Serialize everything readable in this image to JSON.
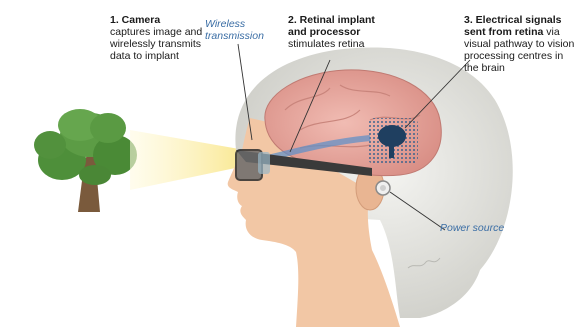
{
  "labels": {
    "camera": {
      "title": "1. Camera",
      "text": "captures image and wirelessly transmits data to implant"
    },
    "wireless": {
      "text": "Wireless transmission"
    },
    "implant": {
      "title": "2. Retinal implant and processor",
      "text": "stimulates retina"
    },
    "signals": {
      "title": "3. Electrical signals sent from retina",
      "text": "via visual pathway to vision processing centres in the brain"
    },
    "power": {
      "text": "Power source"
    }
  },
  "colors": {
    "label_blue": "#3b6ea5",
    "tree_foliage": "#4e8f3a",
    "tree_trunk": "#7a5a3c",
    "light_beam": "#fbefa8",
    "hair": "#e8e8e4",
    "skin": "#f2c7a5",
    "brain": "#e7a9a0",
    "glasses": "#3a3a3a"
  }
}
